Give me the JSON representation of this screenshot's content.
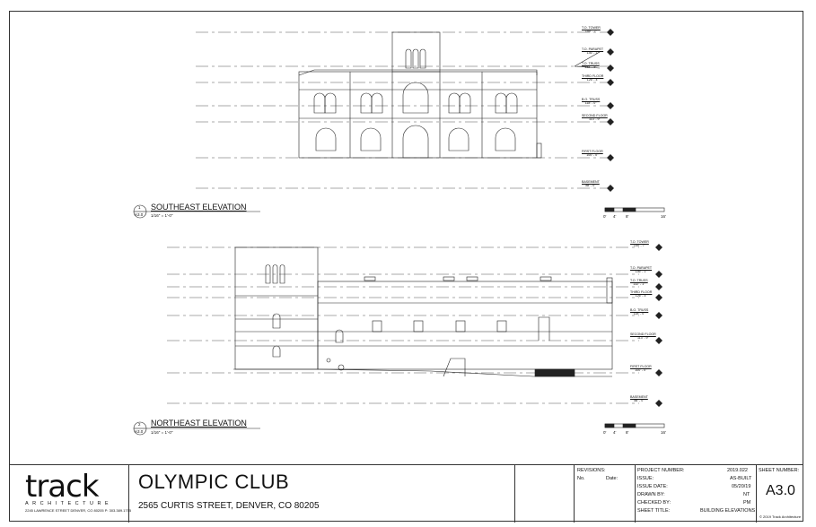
{
  "title_block": {
    "logo_main": "track",
    "logo_sub": "ARCHITECTURE",
    "logo_address": "2245 LAWRENCE STREET DENVER, CO 80205   P: 303.389.1755",
    "project_name": "OLYMPIC CLUB",
    "project_address": "2565 CURTIS STREET, DENVER, CO 80205",
    "revisions_label": "REVISIONS:",
    "no_label": "No.",
    "date_label": "Date:",
    "project_number_label": "PROJECT NUMBER:",
    "project_number": "2019.022",
    "issue_label": "ISSUE:",
    "issue": "AS-BUILT",
    "issue_date_label": "ISSUE DATE:",
    "issue_date": "05/20/19",
    "drawn_by_label": "DRAWN BY:",
    "drawn_by": "NT",
    "checked_by_label": "CHECKED BY:",
    "checked_by": "PM",
    "sheet_title_label": "SHEET TITLE:",
    "sheet_title": "BUILDING ELEVATIONS",
    "sheet_number_label": "SHEET NUMBER:",
    "sheet_number": "A3.0",
    "copyright": "© 2019 Track Architecture"
  },
  "views": [
    {
      "number": "1",
      "sheet": "A3.0",
      "title": "SOUTHEAST ELEVATION",
      "scale": "1/16\" = 1'-0\""
    },
    {
      "number": "2",
      "sheet": "A3.0",
      "title": "NORTHEAST ELEVATION",
      "scale": "1/16\" = 1'-0\""
    }
  ],
  "scale_bar": {
    "ticks": [
      "0'",
      "4'",
      "8'",
      "16'"
    ]
  },
  "levels_top": [
    {
      "name": "T.O. TOWER",
      "elev": "150' - 7\""
    },
    {
      "name": "T.O. PARAPET",
      "elev": "136' - 1\""
    },
    {
      "name": "T.O. TRUSS",
      "elev": "132' - 1\""
    },
    {
      "name": "THIRD FLOOR",
      "elev": "126' - 4\""
    },
    {
      "name": "B.O. TRUSS",
      "elev": "118' - 0\""
    },
    {
      "name": "SECOND FLOOR",
      "elev": "113' - 9\""
    },
    {
      "name": "FIRST FLOOR",
      "elev": "100' - 0\""
    },
    {
      "name": "BASEMENT",
      "elev": "88' - 0\""
    }
  ],
  "levels_bottom": [
    {
      "name": "T.O. TOWER",
      "elev": "150' - 7\""
    },
    {
      "name": "T.O. PARAPET",
      "elev": "136' - 1\""
    },
    {
      "name": "T.O. TRUSS",
      "elev": "132' - 1\""
    },
    {
      "name": "THIRD FLOOR",
      "elev": "126' - 4\""
    },
    {
      "name": "B.O. TRUSS",
      "elev": "118' - 0\""
    },
    {
      "name": "SECOND FLOOR",
      "elev": "113' - 9\""
    },
    {
      "name": "FIRST FLOOR",
      "elev": "100' - 0\""
    },
    {
      "name": "BASEMENT",
      "elev": "88' - 0\""
    }
  ]
}
